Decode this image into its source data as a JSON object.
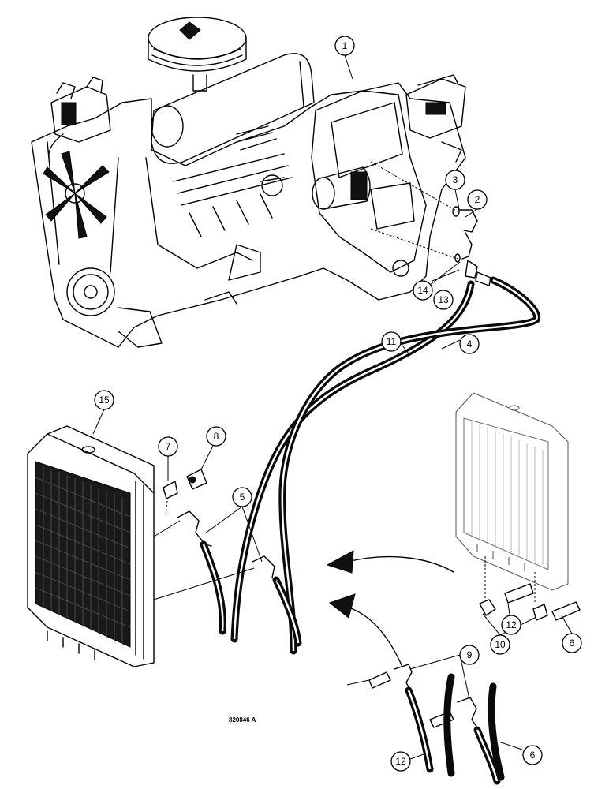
{
  "diagram": {
    "callouts": [
      {
        "id": "1",
        "label": "1"
      },
      {
        "id": "2",
        "label": "2"
      },
      {
        "id": "3",
        "label": "3"
      },
      {
        "id": "4",
        "label": "4"
      },
      {
        "id": "5",
        "label": "5"
      },
      {
        "id": "6a",
        "label": "6"
      },
      {
        "id": "6b",
        "label": "6"
      },
      {
        "id": "7",
        "label": "7"
      },
      {
        "id": "8",
        "label": "8"
      },
      {
        "id": "9",
        "label": "9"
      },
      {
        "id": "10",
        "label": "10"
      },
      {
        "id": "11",
        "label": "11"
      },
      {
        "id": "12a",
        "label": "12"
      },
      {
        "id": "12b",
        "label": "12"
      },
      {
        "id": "13",
        "label": "13"
      },
      {
        "id": "14",
        "label": "14"
      },
      {
        "id": "15",
        "label": "15"
      }
    ],
    "figure_ref": "820846 A"
  }
}
